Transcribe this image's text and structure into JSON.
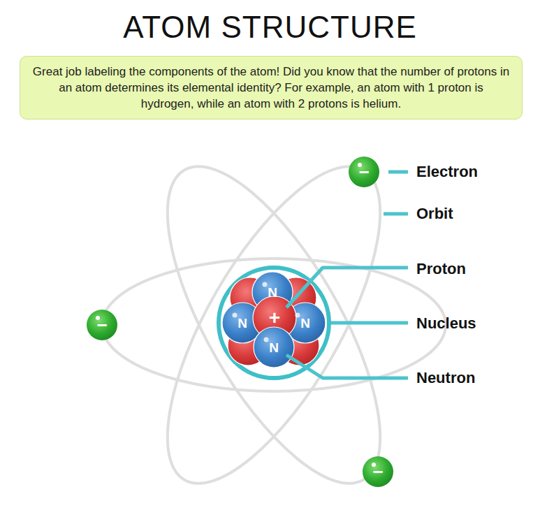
{
  "diagram": {
    "title": "ATOM STRUCTURE",
    "nodes": [
      {
        "text": [
          "Great job labeling the components of the atom! Did you know that the number of protons in an atom determines its elemental identity? For example, an atom with 1 proton is hydrogen, while an atom with 2 protons is helium."
        ]
      },
      {
        "text": [
          "−"
        ]
      },
      {
        "text": [
          "−"
        ]
      },
      {
        "text": [
          "N"
        ]
      },
      {
        "text": [
          "N"
        ]
      },
      {
        "text": [
          "+"
        ]
      },
      {
        "text": [
          "N"
        ]
      },
      {
        "text": [
          "N"
        ]
      },
      {
        "text": [
          "−"
        ]
      }
    ],
    "labels": [
      "Electron",
      "Orbit",
      "Proton",
      "Nucleus",
      "Neutron"
    ]
  }
}
